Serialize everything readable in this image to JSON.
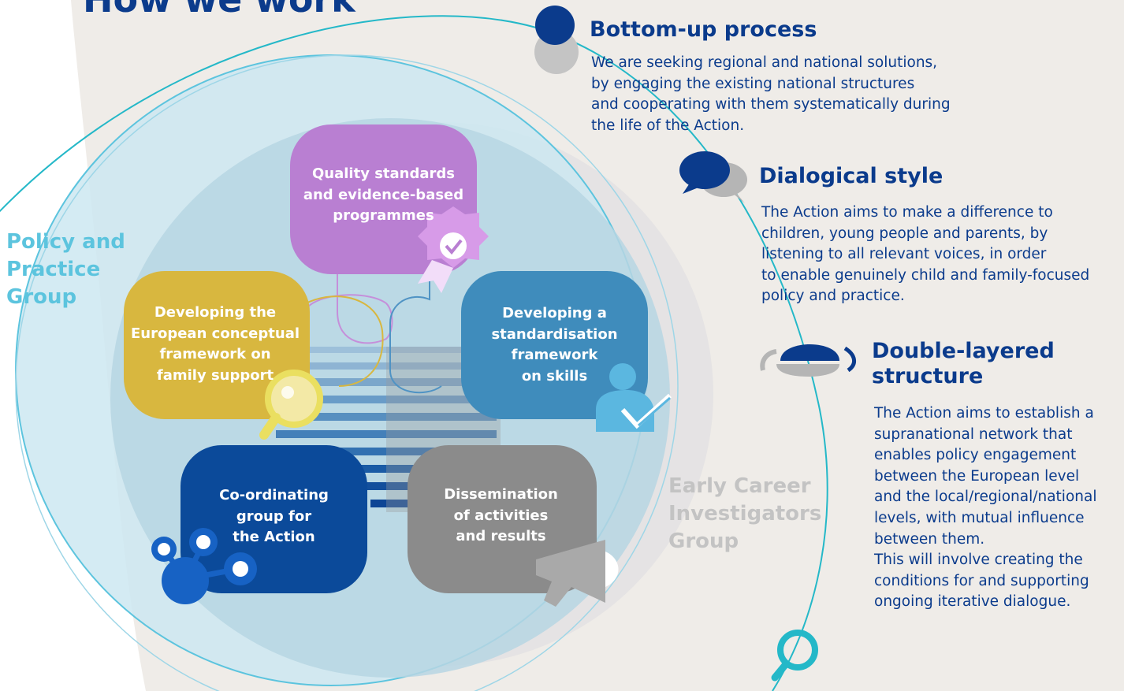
{
  "page_title": "How we work",
  "groups": {
    "policy_practice": {
      "lines": [
        "Policy and",
        "Practice",
        "Group"
      ]
    },
    "early_career": {
      "lines": [
        "Early Career",
        "Investigators",
        "Group"
      ]
    }
  },
  "boxes": {
    "quality": {
      "lines": [
        "Quality standards",
        "and evidence-based",
        "programmes"
      ]
    },
    "conceptual": {
      "lines": [
        "Developing the",
        "European conceptual",
        "framework on",
        "family support"
      ]
    },
    "standardisation": {
      "lines": [
        "Developing a",
        "standardisation",
        "framework",
        "on skills"
      ]
    },
    "coordinating": {
      "lines": [
        "Co-ordinating",
        "group for",
        "the Action"
      ]
    },
    "dissemination": {
      "lines": [
        "Dissemination",
        "of activities",
        "and results"
      ]
    }
  },
  "side": {
    "bottom_up": {
      "heading": "Bottom-up process",
      "lines": [
        "We are seeking regional and national solutions,",
        "by engaging the existing national structures",
        "and cooperating with them systematically during",
        "the life of the Action."
      ]
    },
    "dialogical": {
      "heading": "Dialogical style",
      "lines": [
        "The Action aims to make a difference to",
        "children, young people and parents, by",
        "listening to all relevant voices, in order",
        "to enable genuinely child and family-focused",
        "policy and practice."
      ]
    },
    "double_layered": {
      "heading_lines": [
        "Double-layered",
        "structure"
      ],
      "lines": [
        "The Action aims to establish a",
        "supranational network that",
        "enables policy engagement",
        "between the European level",
        "and the local/regional/national",
        "levels, with mutual influence",
        "between them.",
        "This will involve creating the",
        "conditions for and supporting",
        "ongoing  iterative dialogue."
      ]
    }
  },
  "colors": {
    "title_blue": "#0b3b8c",
    "purple": "#b97fd2",
    "yellow": "#d8b73f",
    "steel_blue": "#3f8cbc",
    "navy": "#0b4a9a",
    "gray": "#8b8b8b",
    "cyan": "#5cc4de",
    "early_career_gray": "#c3c3c3"
  },
  "icons": [
    "rosette-checkmark-icon",
    "magnifier-icon",
    "person-checkmark-icon",
    "network-nodes-icon",
    "megaphone-icon",
    "circles-icon",
    "speech-bubbles-icon",
    "double-layer-arrows-icon",
    "magnifier-icon"
  ]
}
